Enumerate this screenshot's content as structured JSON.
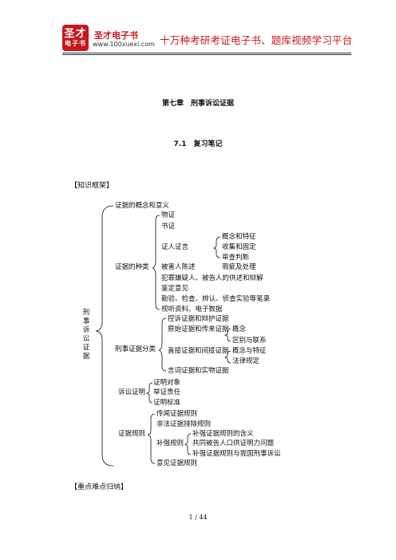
{
  "header": {
    "logo_line1": "圣才",
    "logo_line2": "电子书",
    "brand": "圣才电子书",
    "site": "www.100xuexi.com",
    "slogan": "十万种考研考证电子书、题库视频学习平台"
  },
  "chapter_title": "第七章　刑事诉讼证据",
  "section_title": "7.1　复习笔记",
  "framework_heading": "【知识框架】",
  "framework": {
    "root": "刑事诉讼证据",
    "l1": [
      "证据的概念和意义",
      "证据的种类",
      "刑事证据分类",
      "诉讼证明",
      "证据规则"
    ],
    "evidence_types": [
      "物证",
      "书证",
      "证人证言",
      "被害人陈述",
      "犯罪嫌疑人、被告人的供述和辩解",
      "鉴定意见",
      "勘验、检查、辨认、侦查实验等笔录",
      "视听资料、电子数据"
    ],
    "testimony": [
      "概念和特征",
      "收集和固定",
      "审查判断"
    ],
    "victim_note": "瑕疵及处理",
    "classification": [
      "控诉证据和辩护证据",
      "原始证据和传来证据",
      "直接证据和间接证据",
      "言词证据和实物证据"
    ],
    "original_hearsay": [
      "概念",
      "区别与联系"
    ],
    "direct_indirect": [
      "概念与特征",
      "法律规定"
    ],
    "proof": [
      "证明对象",
      "举证责任",
      "证明标准"
    ],
    "rules": [
      "传闻证据规则",
      "非法证据排除规则",
      "补强规则",
      "意见证据规则"
    ],
    "corroboration": [
      "补强证据规则的含义",
      "共同被告人口供证明力问题",
      "补强证据规则与我国刑事诉讼"
    ]
  },
  "key_points_heading": "【重点难点归纳】",
  "page_number": "1 / 44",
  "colors": {
    "brand_red": "#c8161d",
    "text": "#111111"
  }
}
